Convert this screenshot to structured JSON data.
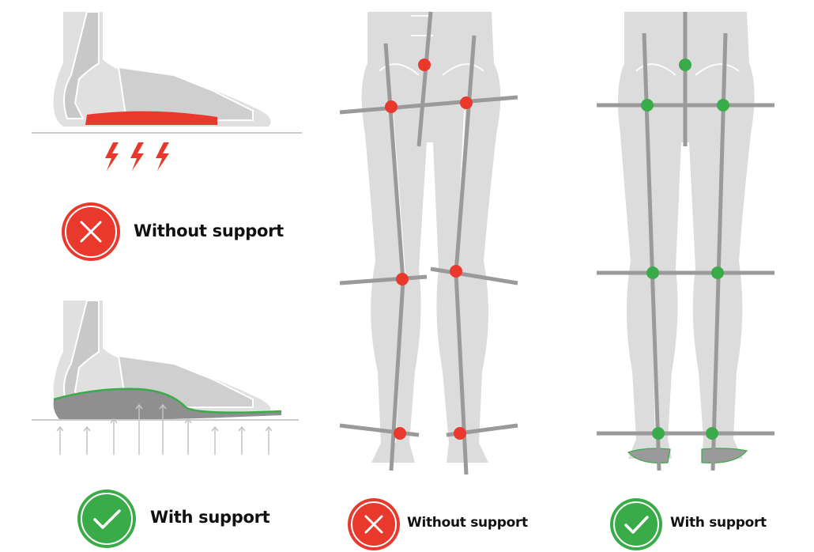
{
  "colors": {
    "bad": "#e8392c",
    "good": "#3aab49",
    "bone": "#dcdcdc",
    "axis": "#9a9a9a"
  },
  "foot_panel": {
    "without": {
      "label": "Without support",
      "icon": "x-mark-icon"
    },
    "with": {
      "label": "With support",
      "icon": "check-mark-icon"
    }
  },
  "legs_without": {
    "label": "Without support",
    "icon": "x-mark-icon"
  },
  "legs_with": {
    "label": "With support",
    "icon": "check-mark-icon"
  }
}
